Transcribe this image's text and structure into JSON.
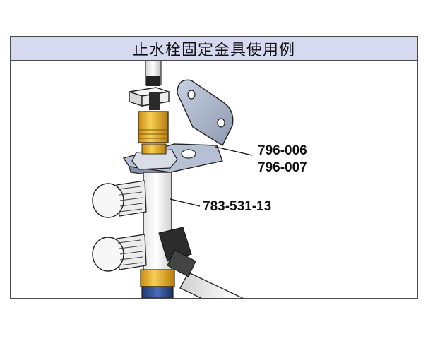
{
  "title": "止水栓固定金具使用例",
  "callouts": {
    "bracket_1": "796-006",
    "bracket_2": "796-007",
    "valve": "783-531-13"
  },
  "colors": {
    "title_bg": "#d6d9f0",
    "brass": "#e8b020",
    "steel": "#aab4c8",
    "valve_body": "#f2f2f2",
    "hose": "#2d4a8a"
  }
}
